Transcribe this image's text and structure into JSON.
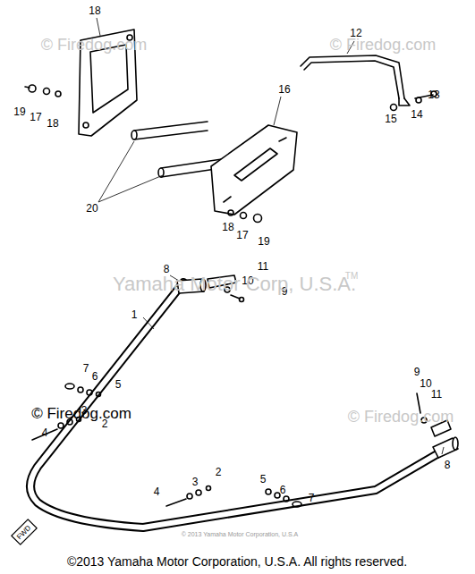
{
  "diagram": {
    "labels": [
      "18",
      "12",
      "16",
      "19",
      "17",
      "18",
      "13",
      "14",
      "15",
      "20",
      "18",
      "17",
      "19",
      "8",
      "11",
      "10",
      "9",
      "1",
      "7",
      "6",
      "5",
      "3",
      "2",
      "4",
      "9",
      "10",
      "11",
      "8",
      "2",
      "3",
      "4",
      "5",
      "6",
      "7",
      "© Firedog.com",
      "© Firedog.com",
      "Yamaha Motor Corp, U.S.A.",
      "TM",
      "© Firedog.com",
      "© Firedog.com",
      "FWD",
      "© 2013 Yamaha Motor Corporation, U.S.A",
      "©2013 Yamaha Motor Corporation, U.S.A. All rights reserved."
    ]
  }
}
